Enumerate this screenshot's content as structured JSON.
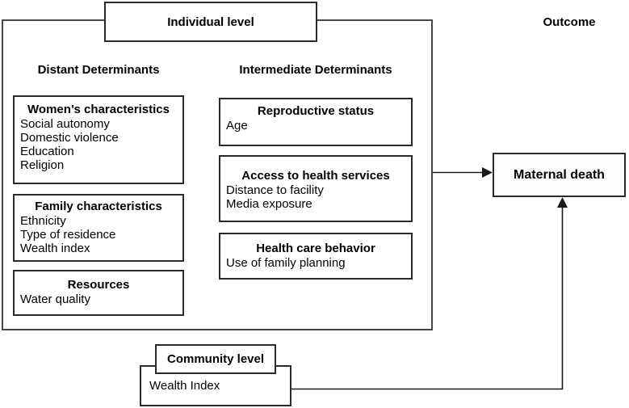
{
  "diagram": {
    "individual_level": {
      "label": "Individual level"
    },
    "outcome": {
      "label": "Outcome"
    },
    "distant": {
      "header": "Distant Determinants",
      "boxes": [
        {
          "title": "Women’s characteristics",
          "items": [
            "Social autonomy",
            "Domestic violence",
            "Education",
            "Religion"
          ]
        },
        {
          "title": "Family characteristics",
          "items": [
            "Ethnicity",
            "Type of residence",
            "Wealth index"
          ]
        },
        {
          "title": "Resources",
          "items": [
            "Water quality"
          ]
        }
      ]
    },
    "intermediate": {
      "header": "Intermediate Determinants",
      "boxes": [
        {
          "title": "Reproductive status",
          "items": [
            "Age"
          ]
        },
        {
          "title": "Access to health services",
          "items": [
            "Distance to facility",
            "Media exposure"
          ]
        },
        {
          "title": "Health care behavior",
          "items": [
            "Use of family planning"
          ]
        }
      ]
    },
    "outcome_box": {
      "label": "Maternal death"
    },
    "community": {
      "label": "Community level",
      "item": "Wealth Index"
    },
    "colors": {
      "box_border": "#2b2b2b",
      "outer_border": "#474747",
      "arrow": "#1a1a1a",
      "text": "#000000",
      "background": "#ffffff"
    }
  }
}
